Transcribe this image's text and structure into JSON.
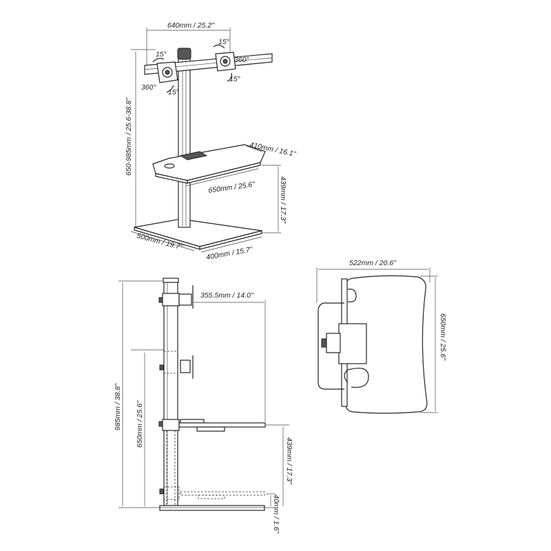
{
  "isometric_view": {
    "width_label": "640mm / 25.2\"",
    "tilt_top_left": "15°",
    "tilt_top_right": "15°",
    "rotate_left": "360°",
    "rotate_right": "360°",
    "tilt_bottom_left": "15°",
    "tilt_bottom_right": "15°",
    "height_range_label": "650-985mm / 25.6-38.8\"",
    "desk_depth_label": "410mm / 16.1\"",
    "desk_width_label": "650mm / 25.6\"",
    "desk_height_label": "439mm / 17.3\"",
    "base_width_label": "500mm / 19.7\"",
    "base_depth_label": "400mm / 15.7\""
  },
  "side_view": {
    "arm_reach_label": "355.5mm / 14.0\"",
    "max_height_label": "985mm / 38.8\"",
    "min_height_label": "650mm / 25.6\"",
    "desk_height_label": "439mm / 17.3\"",
    "min_desk_height_label": "40mm / 1.6\""
  },
  "top_view": {
    "width_label": "522mm / 20.6\"",
    "depth_label": "650mm / 25.6\""
  }
}
